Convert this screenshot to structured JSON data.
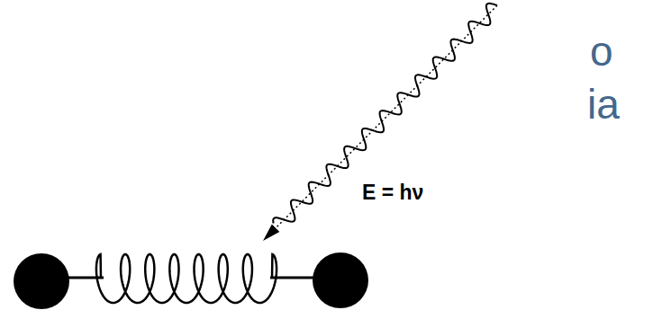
{
  "diagram": {
    "labels": [
      "E = hν",
      "o",
      "ia"
    ]
  }
}
